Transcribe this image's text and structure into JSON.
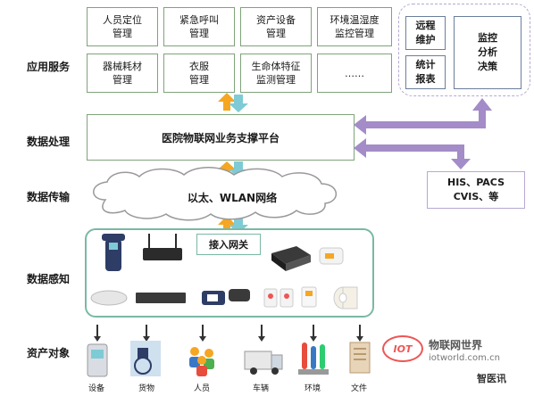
{
  "layers": {
    "app": "应用服务",
    "processing": "数据处理",
    "transmission": "数据传输",
    "sensing": "数据感知",
    "assets": "资产对象"
  },
  "services": [
    {
      "line1": "人员定位",
      "line2": "管理"
    },
    {
      "line1": "紧急呼叫",
      "line2": "管理"
    },
    {
      "line1": "资产设备",
      "line2": "管理"
    },
    {
      "line1": "环境温湿度",
      "line2": "监控管理"
    },
    {
      "line1": "器械耗材",
      "line2": "管理"
    },
    {
      "line1": "衣服",
      "line2": "管理"
    },
    {
      "line1": "生命体特征",
      "line2": "监测管理"
    },
    {
      "line1": "……",
      "line2": ""
    }
  ],
  "right_panel": {
    "remote": {
      "line1": "远程",
      "line2": "维护"
    },
    "stats": {
      "line1": "统计",
      "line2": "报表"
    },
    "monitor": {
      "line1": "监控",
      "line2": "分析",
      "line3": "决策"
    }
  },
  "platform": "医院物联网业务支撑平台",
  "network": "以太、WLAN网络",
  "gateway": "接入网关",
  "his": {
    "line1": "HIS、PACS",
    "line2": "CVIS、等"
  },
  "assets": [
    "设备",
    "货物",
    "人员",
    "车辆",
    "环境",
    "文件"
  ],
  "watermark": {
    "brand": "物联网世界",
    "url": "iotworld.com.cn",
    "logo": "IOT",
    "source": "智医讯"
  },
  "colors": {
    "service_border": "#7fa37a",
    "arrow_orange": "#f5a623",
    "arrow_teal": "#7ecbd6",
    "arrow_purple": "#a38cc7",
    "sensing_border": "#7ab8a6"
  }
}
